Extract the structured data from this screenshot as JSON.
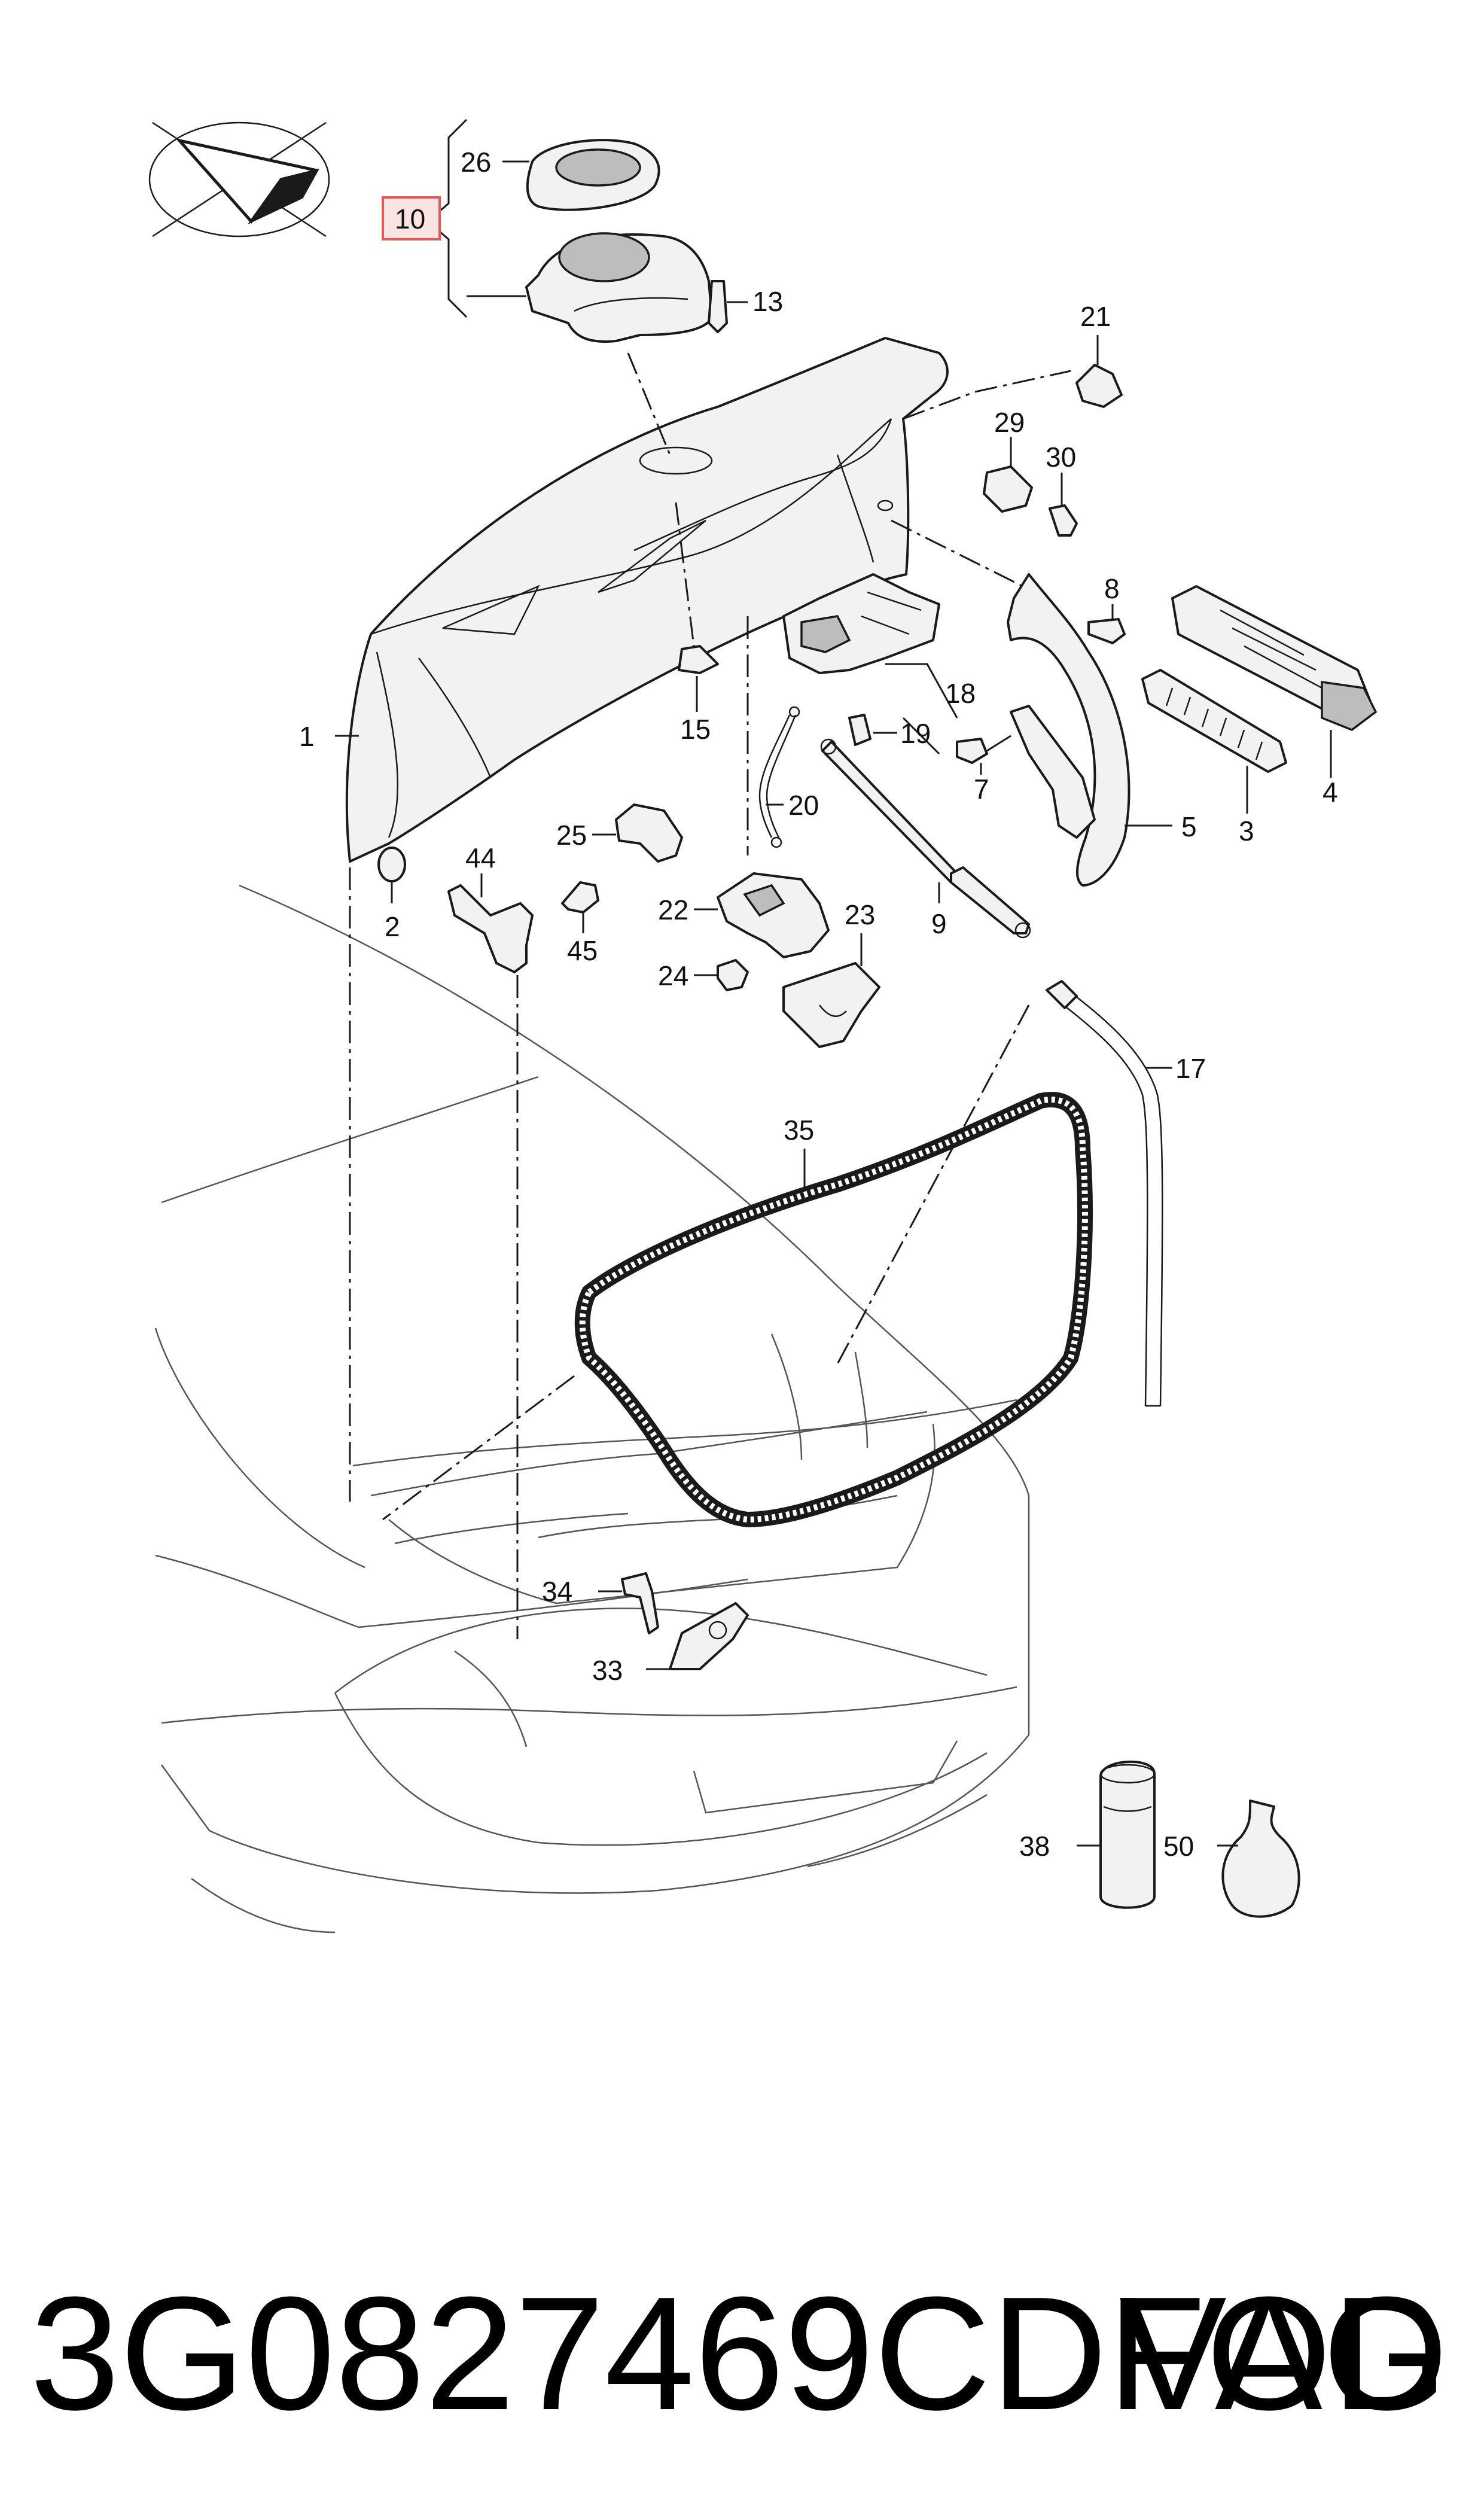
{
  "labels": {
    "p1": "1",
    "p2": "2",
    "p3": "3",
    "p4": "4",
    "p5": "5",
    "p7": "7",
    "p8": "8",
    "p9": "9",
    "p10": "10",
    "p13": "13",
    "p15": "15",
    "p17": "17",
    "p18": "18",
    "p19": "19",
    "p20": "20",
    "p21": "21",
    "p22": "22",
    "p23": "23",
    "p24": "24",
    "p25": "25",
    "p26": "26",
    "p29": "29",
    "p30": "30",
    "p33": "33",
    "p34": "34",
    "p35": "35",
    "p38": "38",
    "p44": "44",
    "p45": "45",
    "p50": "50"
  },
  "footer": {
    "part_number": "3G0827469CDFOD",
    "brand": "VAG"
  },
  "colors": {
    "line": "#1a1a1a",
    "highlight_box": "#e05a5a",
    "highlight_fill": "#fbe3e3"
  }
}
